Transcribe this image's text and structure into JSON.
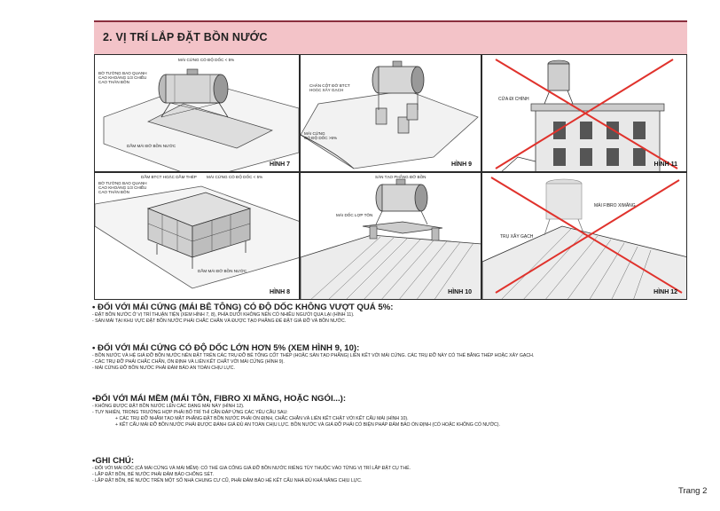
{
  "header": {
    "title": "2. VỊ TRÍ LẮP ĐẶT BỒN NƯỚC"
  },
  "figures": {
    "h7": {
      "label": "HÌNH 7",
      "notes": [
        "MÁI CỨNG CÓ ĐỘ DỐC < 5%",
        "BỜ TƯỜNG BAO QUANH\nCAO KHOẢNG 1/3 CHIỀU\nCAO THÂN BỒN",
        "DẦM MÁI ĐỠ BỒN NƯỚC"
      ]
    },
    "h9": {
      "label": "HÌNH 9",
      "notes": [
        "CHÂN CỘT ĐỠ BTCT\nHOẶC XÂY GẠCH",
        "MÁI CỨNG\nCÓ ĐỘ DỐC >5%"
      ]
    },
    "h11": {
      "label": "HÌNH 11",
      "notes": [
        "CỬA ĐI CHÍNH"
      ]
    },
    "h8": {
      "label": "HÌNH 8",
      "notes": [
        "DẦM BTCT HOẶC DẦM THÉP",
        "MÁI CỨNG CÓ ĐỘ DỐC < 5%",
        "BỜ TƯỜNG BAO QUANH\nCAO KHOẢNG 1/3 CHIỀU\nCAO THÂN BỒN",
        "DẦM MÁI ĐỠ BỒN NƯỚC"
      ]
    },
    "h10": {
      "label": "HÌNH 10",
      "notes": [
        "SÀN TẠO PHẲNG ĐỠ BỒN",
        "MÁI DỐC LỢP TÔN"
      ]
    },
    "h12": {
      "label": "HÌNH 12",
      "notes": [
        "MÁI FIBRO XIMĂNG",
        "TRỤ XÂY GẠCH"
      ]
    }
  },
  "sections": {
    "s1": {
      "title": "• ĐỐI VỚI MÁI CỨNG (MÁI BÊ TÔNG) CÓ ĐỘ DỐC KHÔNG VƯỢT QUÁ 5%:",
      "lines": [
        "- ĐẶT BỒN NƯỚC Ở VỊ TRÍ THUẬN TIỆN (XEM HÌNH 7, 8), PHÍA DƯỚI KHÔNG NÊN CÓ NHIỀU NGƯỜI QUA LẠI (HÌNH 11).",
        "- SÀN MÁI TẠI KHU VỰC ĐẶT BỒN NƯỚC PHẢI CHẮC CHẮN VÀ ĐƯỢC TẠO PHẲNG ĐỂ ĐẶT GIÁ ĐỠ VÀ BỒN NƯỚC."
      ]
    },
    "s2": {
      "title": "• ĐỐI VỚI MÁI CỨNG CÓ ĐỘ DỐC LỚN HƠN 5% (XEM HÌNH 9, 10):",
      "lines": [
        "- BỒN NƯỚC VÀ HỆ GIÁ ĐỠ BỒN NƯỚC NÊN ĐẶT TRÊN CÁC TRỤ ĐỠ BÊ TÔNG CỐT THÉP (HOẶC SÀN TẠO PHẲNG) LIÊN KẾT VỚI MÁI CỨNG. CÁC TRỤ ĐỠ NÀY CÓ THỂ BẰNG THÉP HOẶC XÂY GẠCH.",
        "- CÁC TRỤ ĐỠ PHẢI CHẮC CHẮN, ỔN ĐỊNH VÀ LIÊN KẾT CHẮT VỚI MÁI CỨNG (HÌNH 9).",
        "- MÁI CỨNG ĐỠ BỒN NƯỚC PHẢI ĐẢM BẢO AN TOÀN CHỊU LỰC."
      ]
    },
    "s3": {
      "title": "•ĐỐI VỚI MÁI MỀM (MÁI TÔN, FIBRO XI MĂNG, HOẶC NGÓI...):",
      "lines": [
        "- KHÔNG ĐƯỢC ĐẶT BỒN NƯỚC LÊN CÁC DẠNG MÁI NÀY (HÌNH 12).",
        "- TUY NHIÊN, TRONG TRƯỜNG HỢP PHẢI BỐ TRÍ THÌ CẦN ĐÁP ỨNG CÁC YÊU CẦU SAU:"
      ],
      "sub": [
        "+ CÁC TRỤ ĐỠ NHẰM TẠO MẶT PHẲNG ĐẶT BỒN NƯỚC PHẢI ỔN ĐỊNH, CHẮC CHẮN VÀ LIÊN KẾT CHẶT VỚI KẾT CẤU MÁI (HÌNH 10).",
        "+ KẾT CẤU MÁI ĐỠ BỒN NƯỚC PHẢI ĐƯỢC ĐÁNH GIÁ ĐỦ AN TOÀN CHỊU LỰC. BỒN NƯỚC VÀ GIÁ ĐỠ PHẢI CÓ BIỆN PHÁP ĐẢM BẢO ỔN ĐỊNH (CÓ HOẶC KHÔNG CÓ NƯỚC)."
      ]
    },
    "s4": {
      "title": "•GHI CHÚ:",
      "lines": [
        "- ĐỐI VỚI MÁI DỐC (CẢ MÁI CỨNG VÀ MÁI MỀM): CÓ THỂ GIA CÔNG GIÁ ĐỠ BỒN NƯỚC RIÊNG TÙY THUỘC VÀO TỪNG VỊ TRÍ LẮP ĐẶT CỤ THỂ.",
        "- LẮP ĐẶT BỒN, BỂ NƯỚC PHẢI ĐẢM BẢO CHỐNG SÉT.",
        "- LẮP ĐẶT BỒN, BỂ NƯỚC TRÊN MỘT SỐ NHÀ CHUNG CƯ CŨ, PHẢI ĐẢM BẢO HỆ KẾT CẤU NHÀ ĐỦ KHẢ NĂNG CHỊU LỰC."
      ]
    }
  },
  "footer": {
    "page": "Trang 2"
  },
  "colors": {
    "header_bg": "#f3c3c8",
    "header_border": "#8a2e3e",
    "cross": "#e0322c"
  }
}
